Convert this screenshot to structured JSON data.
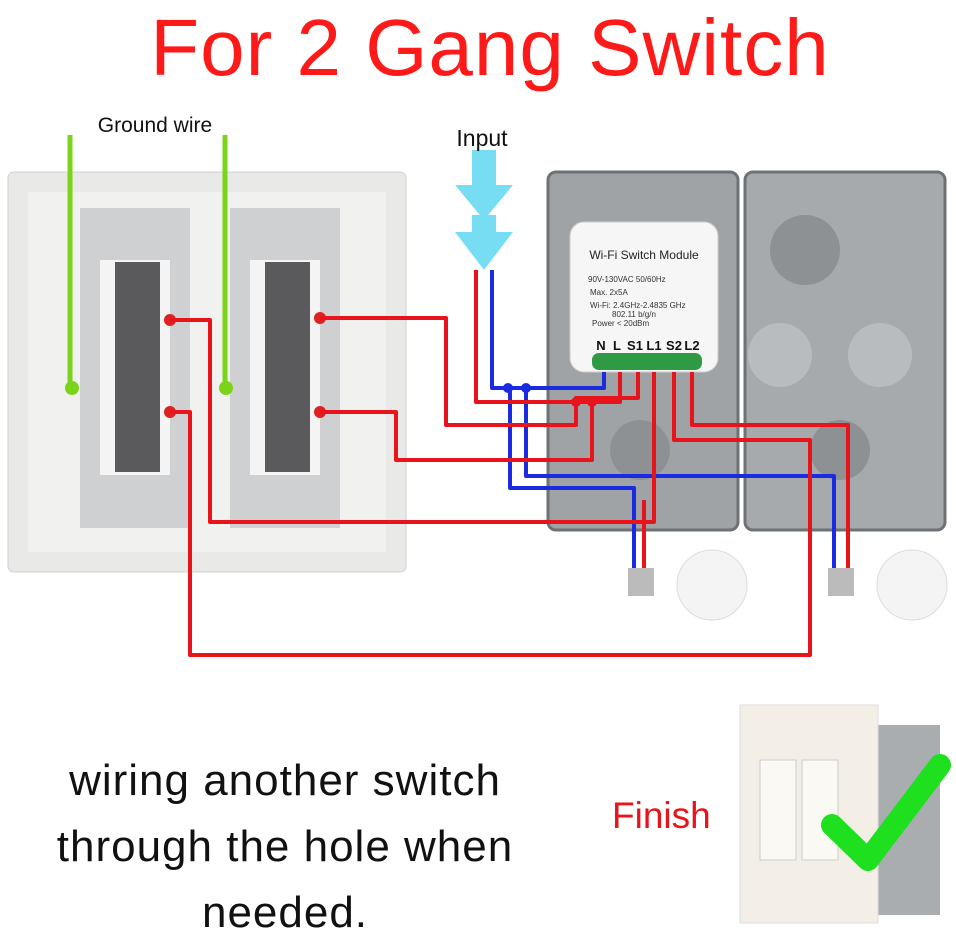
{
  "title": "For 2 Gang Switch",
  "labels": {
    "ground_wire": "Ground wire",
    "input": "Input"
  },
  "module": {
    "name": "Wi-Fi  Switch Module",
    "specs": [
      "90V-130VAC 50/60Hz",
      "Max. 2x5A",
      "Wi-Fi: 2.4GHz-2.4835 GHz",
      "802.11 b/g/n",
      "Power < 20dBm"
    ],
    "terminals": [
      "N",
      "L",
      "S1",
      "L1",
      "S2",
      "L2"
    ]
  },
  "caption": "wiring another switch through the hole when needed.",
  "finish_label": "Finish",
  "colors": {
    "title": "#ff1a1a",
    "live": "#e8141c",
    "neutral": "#1a2be0",
    "ground": "#7ad41a",
    "input_arrow": "#5fd8f0",
    "check": "#1ee01e"
  }
}
